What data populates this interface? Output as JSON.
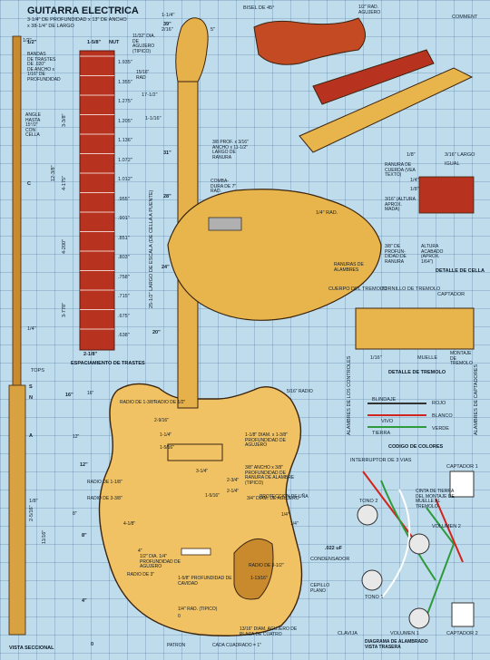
{
  "title": "GUITARRA ELECTRICA",
  "subtitle_lines": [
    "3-1/4\" DE PROFUNDIDAD x 13\" DE ANCHO",
    "x 38-1/4\" DE LARGO"
  ],
  "fret_block": {
    "top_labels": [
      "1/2\"",
      "1-5/8\"",
      "NUT"
    ],
    "side_note": [
      "BANDAS",
      "DE TRASTES",
      "DE .020\"",
      "DE ANCHO x",
      "1/16\" DE",
      "PROFUNDIDAD"
    ],
    "dims": [
      "1.935\"",
      "1.355\"",
      "1.275\"",
      "1.205\"",
      "1.136\"",
      "1.072\"",
      "1.012\"",
      ".955\"",
      ".901\"",
      ".851\"",
      ".803\"",
      ".758\"",
      ".715\"",
      ".675\"",
      ".638\""
    ],
    "fret_width": "2-1/8\"",
    "vertical_dims": [
      "3-3/8\"",
      "4-175\"",
      "4-200\"",
      "3-778\"",
      "12-3/8\""
    ],
    "caption": "ESPACIAMIENTO DE TRASTES"
  },
  "neck_side_labels": [
    "1/2\"",
    "ANGLE HASTA 15°/2\" CON CELLA",
    "C",
    "1/4\""
  ],
  "left_section_labels": [
    "TOPS",
    "S",
    "N",
    "A",
    "1/8\"",
    "2-5/16\"",
    "11/16\""
  ],
  "left_section_caption": "VISTA SECCIONAL",
  "headstock_labels": [
    "1-1/4\"",
    "2/16\"",
    "5\"",
    "11/32\" DIA. DE AGUJERO (TIPICO)",
    "15/16\" RAD",
    "1-1/16\"",
    "17-1/2\"",
    "3/8 PROF. x 3/16\" ANCHO x 11-1/2\" LARGO DE RANURA",
    "COMBA-DURA DE 7\" RAD.",
    "25-1/2\" LARGO DE ESCALA (DE CELLA A PUENTE)"
  ],
  "exploded_labels": [
    "BISEL DE 45°",
    "1/2\" RAD. AGUJERO",
    "COMMENT",
    "RANURA DE CUERDA (VEA TEXTO)",
    "1/4\" RAD.",
    "RANURAS DE ALAMBRES",
    "CUERPO DEL TREMOLO",
    "TORNILLO DE TREMOLO",
    "CAPTADOR",
    "DETALLE DE TREMOLO"
  ],
  "cella_detail": {
    "labels": [
      "1/8\"",
      "3/16\" LARGO",
      "IGUAL",
      "1/4\"",
      "1/8\"",
      "3/16\" (ALTURA APROX. MADA)",
      "3/8\" DE PROFUN-DIDAD DE RANURA",
      "ALTURA ACABADO (APROX. 1/64\")",
      "1/16\"",
      "MUELLE",
      "MONTAJE DE TREMOLO"
    ],
    "caption": "DETALLE DE CELLA"
  },
  "color_code": {
    "caption": "CODIGO DE COLORES",
    "left_label": "ALAMBRES DE LOS CONTROLES",
    "right_label": "ALAMBRES DE CAPTADORES",
    "rows": [
      "BLINDAJE",
      "VIVO",
      "TIERRA",
      "ROJO",
      "BLANCO",
      "VERDE"
    ]
  },
  "body_labels": [
    "16\"",
    "RADIO DE 1-3/8\"",
    "RADIO DE 1/2\"",
    "2-9/16\"",
    "1-1/4\"",
    "1-5/16\"",
    "3-1/4\"",
    "RADIO DE 1-1/8\"",
    "12\"",
    "8\"",
    "RADIO DE 3-3/8\"",
    "2-3/4\"",
    "2-1/4\"",
    "1-5/16\"",
    "4-1/8\"",
    "3/4\" DIAM. DE AGUJERO",
    "4\"",
    "1/2\" DIA. 1/4\" PROFUNDIDAD DE AGUJERO",
    "RADIO DE 3\"",
    "RADIO DE 3-1/2\"",
    "1-13/16\"",
    "1-5/8\" PROFUNDIDAD DE CAVIDAD",
    "1/4\" RAD. (TIPICO)",
    "0",
    "PATRON",
    "CADA CUADRADO = 1\"",
    "13/16\" DIAM. AGUJERO DE PLACA DE CUATRO",
    "1-1/8\" DIAM. x 1-3/8\" PROFUNDIDAD DE AGUJERO",
    "3/8\" ANCHO x 3/8\" PROFUNDIDAD DE RANURA DE ALAMBRE (TIPICO)",
    "PROTECCION DE UÑA",
    "1/4\"",
    "5/16\" RADIO",
    "1/4\""
  ],
  "wiring": {
    "caption": "DIAGRAMA DE ALAMBRADO VISTA TRASERA",
    "labels": [
      "INTERRUPTOR DE 3 VIAS",
      "CAPTADOR 1",
      "CINTA DE TIERRA DEL MONTAJE DE MUELLE AL TREMOLO",
      "TONO 2",
      "VOLUMEN 2",
      ".022 uF",
      "CONDENSADOR",
      "CEPILLO PLANO",
      "TONO 1",
      "VOLUMEN 1",
      "CAPTADOR 2",
      "CLAVIJA"
    ]
  },
  "scale_numbers": [
    "39\"",
    "28\"",
    "31\"",
    "24\"",
    "20\"",
    "16\"",
    "12\"",
    "8\"",
    "4\"",
    "0"
  ],
  "colors": {
    "wood": "#e8b54c",
    "wood_dark": "#c98a2e",
    "fretboard": "#b8331f",
    "blueprint": "#bfdcec",
    "red_wire": "#d2231d",
    "green_wire": "#2d9a3c",
    "white_wire": "#ffffff"
  }
}
